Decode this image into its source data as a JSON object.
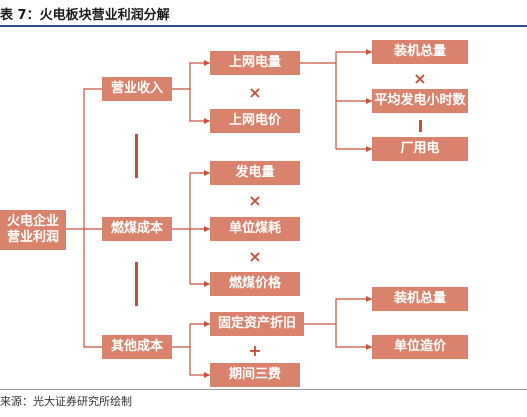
{
  "header": {
    "title": "表 7：火电板块营业利润分解"
  },
  "root": {
    "line1": "火电企业",
    "line2": "营业利润"
  },
  "level1": {
    "revenue": "营业收入",
    "fuel_cost": "燃煤成本",
    "other_cost": "其他成本"
  },
  "level2": {
    "grid_volume": "上网电量",
    "grid_price": "上网电价",
    "generation": "发电量",
    "coal_per_unit": "单位煤耗",
    "coal_price": "燃煤价格",
    "fixed_depreciation": "固定资产折旧",
    "period_expenses": "期间三费"
  },
  "level3": {
    "capacity_a": "装机总量",
    "avg_hours": "平均发电小时数",
    "plant_use": "厂用电",
    "capacity_b": "装机总量",
    "unit_cost": "单位造价"
  },
  "operators": {
    "times": "×",
    "plus": "+"
  },
  "footer": {
    "source": "来源：光大证券研究所绘制"
  },
  "colors": {
    "box_fill": "#d9826c",
    "connector": "#c8503a",
    "title_rule": "#2b4f86"
  }
}
